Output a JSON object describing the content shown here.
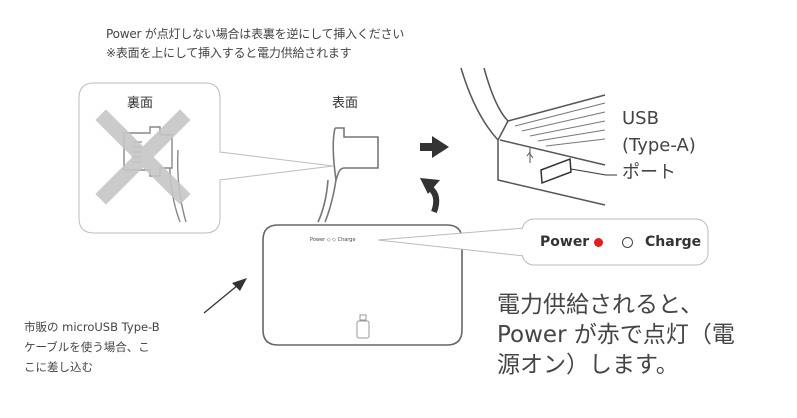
{
  "instructions": {
    "line1": "Power が点灯しない場合は表裏を逆にして挿入ください",
    "line2": "※表面を上にして挿入すると電力供給されます"
  },
  "labels": {
    "back": "裏面",
    "front": "表面"
  },
  "usb_port": {
    "line1": "USB",
    "line2": "(Type-A)",
    "line3": "ポート"
  },
  "indicator": {
    "power": "Power",
    "charge": "Charge",
    "power_color": "#e02020",
    "charge_color": "#ffffff"
  },
  "device_small_label": "Power ◇  ◇ Charge",
  "status_text": {
    "line1": "電力供給されると、",
    "line2": "Power が赤で点灯（電",
    "line3": "源オン）します。"
  },
  "cable_note": {
    "line1": "市販の microUSB Type-B",
    "line2": "ケーブルを使う場合、こ",
    "line3": "こに差し込む"
  },
  "icons": [
    "cross-icon",
    "arrow-right-icon",
    "curved-arrow-icon",
    "usb-symbol-icon",
    "arrow-pointer-icon"
  ]
}
